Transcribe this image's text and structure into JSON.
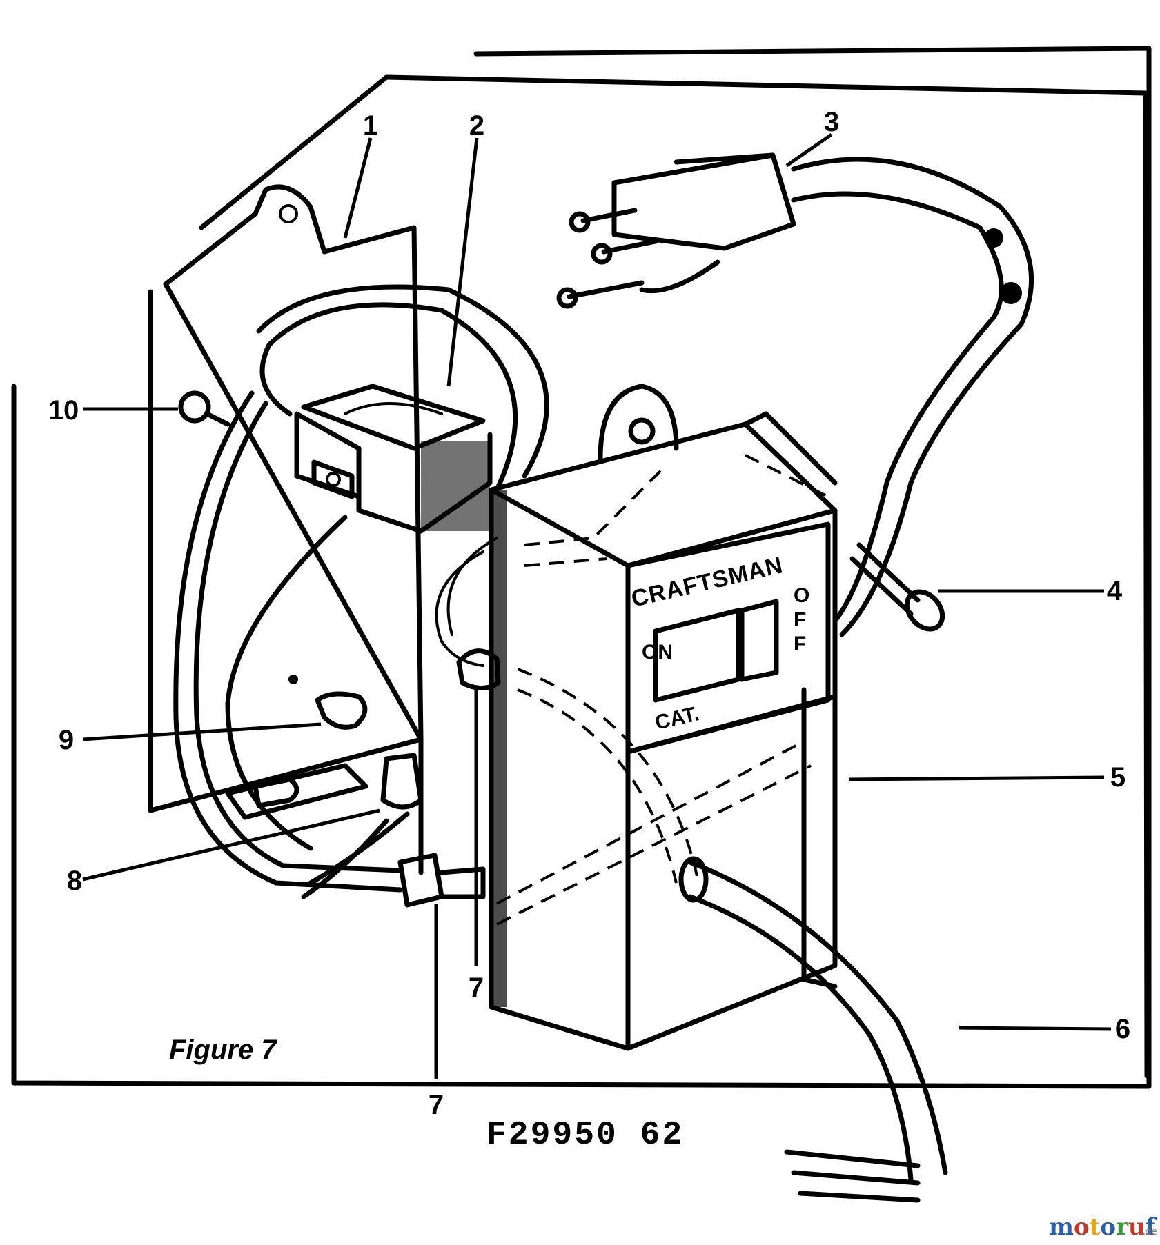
{
  "figure": {
    "label": "Figure 7",
    "part_code": "F29950 62"
  },
  "callouts": [
    "1",
    "2",
    "3",
    "4",
    "5",
    "6",
    "7",
    "7",
    "8",
    "9",
    "10"
  ],
  "switch_box": {
    "brand": "CRAFTSMAN",
    "catalog_prefix": "CAT.",
    "state_on": "ON",
    "state_off_letters": [
      "O",
      "F",
      "F"
    ]
  },
  "watermark": {
    "name": "motoruf",
    "suffix": ".de",
    "colors": [
      "#2b5fa8",
      "#c0392b",
      "#e8a317",
      "#2b5fa8",
      "#3a9a3a",
      "#c0392b",
      "#2b5fa8"
    ]
  }
}
